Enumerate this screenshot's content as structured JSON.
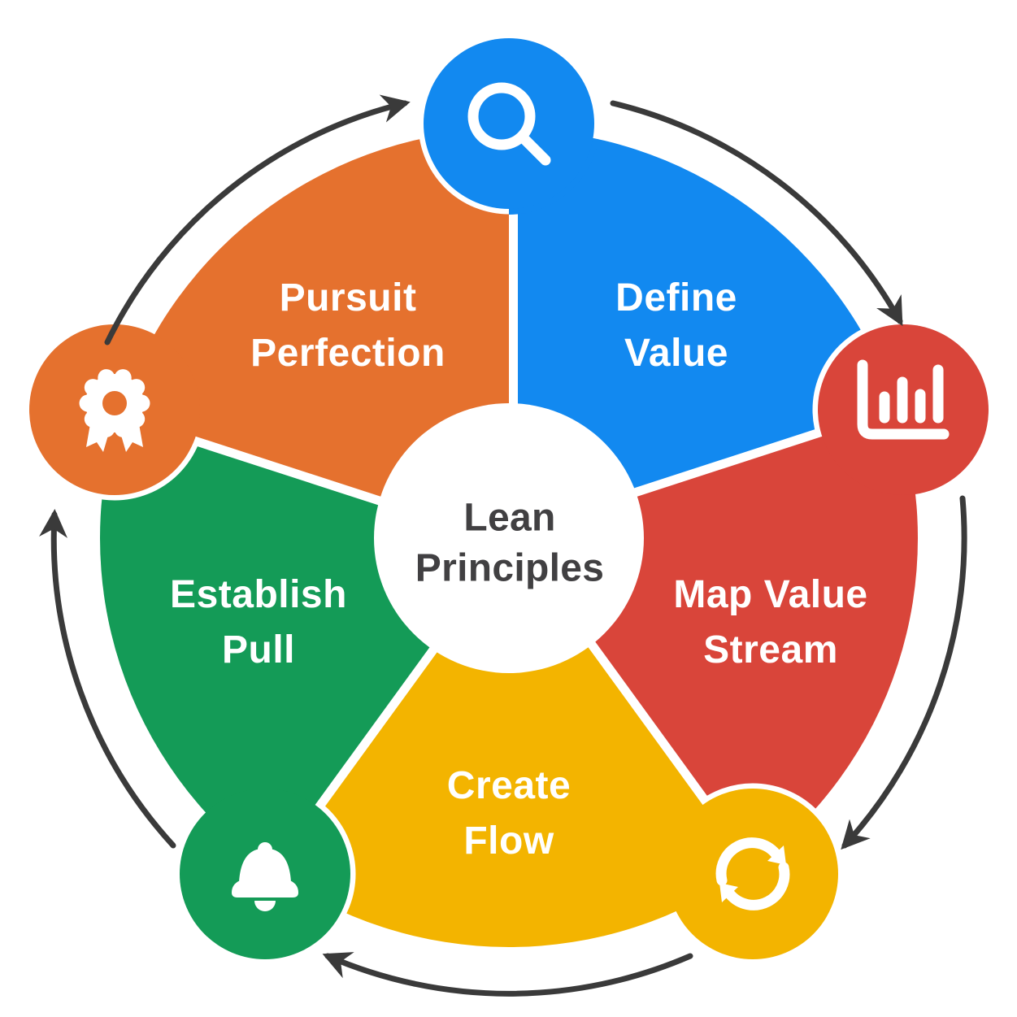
{
  "diagram": {
    "center_title": "Lean\nPrinciples",
    "title_color": "#414042",
    "label_color": "#ffffff",
    "arrow_color": "#3a3a3a",
    "background": "#ffffff",
    "flow_direction": "clockwise",
    "segments": [
      {
        "label": "Define\nValue",
        "color": "#1289f0",
        "icon": "search-icon"
      },
      {
        "label": "Map Value\nStream",
        "color": "#d9453a",
        "icon": "bar-chart-icon"
      },
      {
        "label": "Create\nFlow",
        "color": "#f3b400",
        "icon": "sync-icon"
      },
      {
        "label": "Establish\nPull",
        "color": "#149b57",
        "icon": "bell-icon"
      },
      {
        "label": "Pursuit\nPerfection",
        "color": "#e5712e",
        "icon": "award-ribbon-icon"
      }
    ]
  }
}
